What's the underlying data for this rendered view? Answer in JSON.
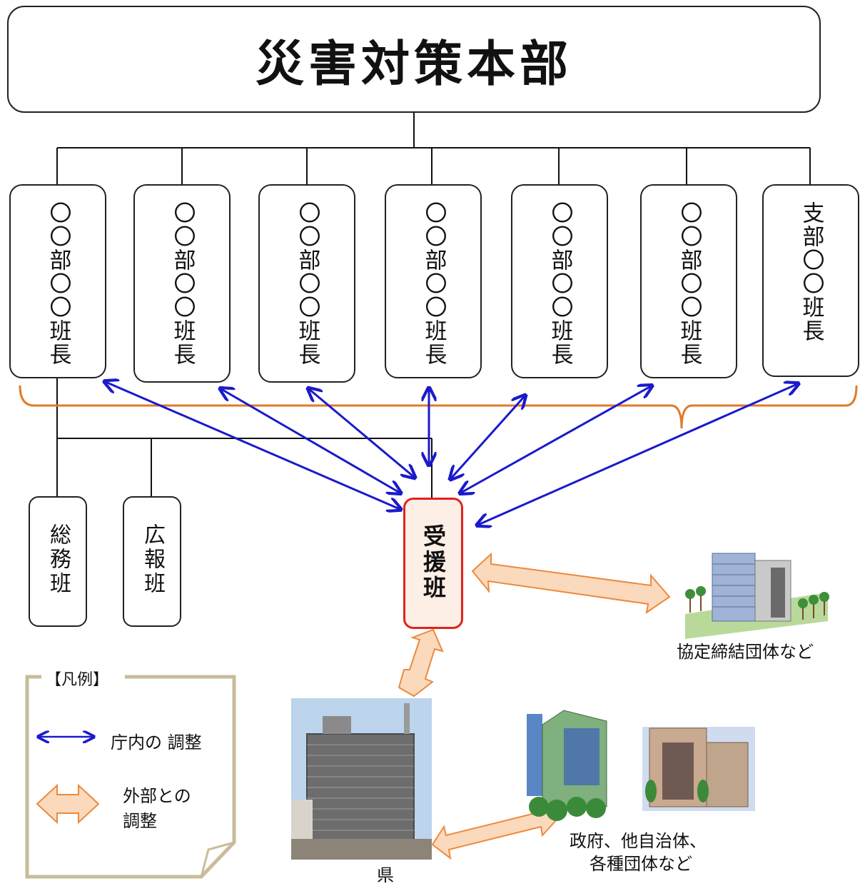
{
  "headquarters": {
    "title": "災害対策本部"
  },
  "units": [
    {
      "label": "〇〇部〇〇班長"
    },
    {
      "label": "〇〇部〇〇班長"
    },
    {
      "label": "〇〇部〇〇班長"
    },
    {
      "label": "〇〇部〇〇班長"
    },
    {
      "label": "〇〇部〇〇班長"
    },
    {
      "label": "〇〇部〇〇班長"
    },
    {
      "label": "支部〇〇班長"
    }
  ],
  "sub_teams": [
    {
      "label": "総務班"
    },
    {
      "label": "広報班"
    }
  ],
  "support_team": {
    "label": "受援班"
  },
  "external": {
    "agreement_orgs": "協定締結団体など",
    "prefecture": "県",
    "government_line1": "政府、他自治体、",
    "government_line2": "各種団体など"
  },
  "legend": {
    "title": "【凡例】",
    "internal": "庁内の 調整",
    "external_line1": "外部との",
    "external_line2": "調整"
  },
  "colors": {
    "internal_arrow": "#1a1acb",
    "external_arrow_fill": "#fbd9bd",
    "external_arrow_stroke": "#ec8a3c",
    "bracket": "#e07b28",
    "support_border": "#e0231c",
    "legend_border": "#c8bc9a"
  }
}
